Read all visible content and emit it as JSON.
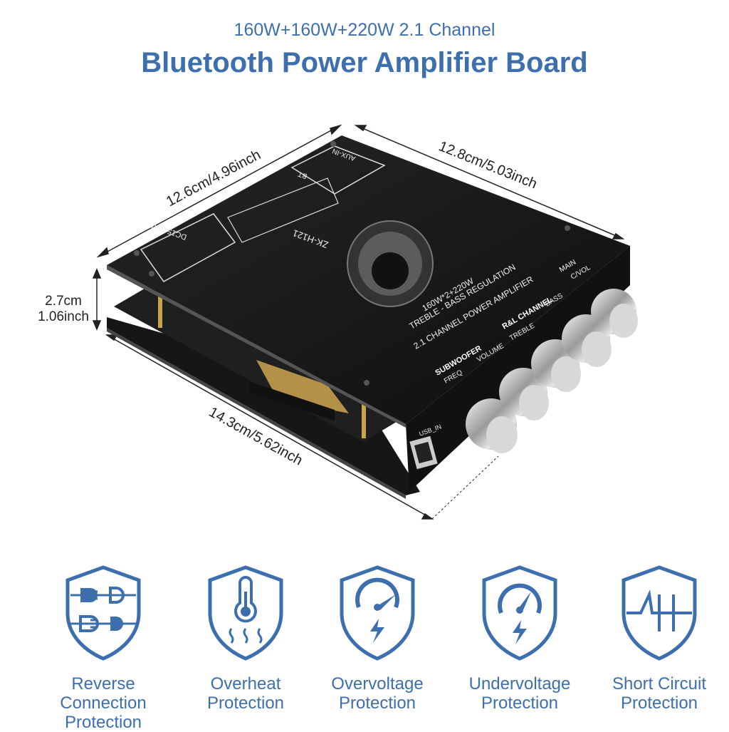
{
  "header": {
    "subtitle": "160W+160W+220W 2.1 Channel",
    "title": "Bluetooth Power Amplifier Board"
  },
  "dimensions": {
    "width": "12.6cm/4.96inch",
    "depth": "12.8cm/5.03inch",
    "height_cm": "2.7cm",
    "height_inch": "1.06inch",
    "length": "14.3cm/5.62inch"
  },
  "board": {
    "model": "ZK-H121",
    "power_label": "DC15-36V",
    "spec_line1": "160W*2+220W",
    "spec_line2": "TREBLE - BASS REGULATION",
    "spec_line3": "2.1 CHANNEL POWER AMPLIFIER",
    "aux_label": "AUX-IN",
    "bt_label": "BT",
    "main_label": "MAIN",
    "main_sub": "C/VOL",
    "rl_channel": "R&L CHANNEL",
    "treble": "TREBLE",
    "bass": "BASS",
    "subwoofer": "SUBWOOFER",
    "freq": "FREQ",
    "volume": "VOLUME",
    "usb": "USB_IN"
  },
  "protections": [
    {
      "icon": "plug-icon",
      "line1": "Reverse Connection",
      "line2": "Protection"
    },
    {
      "icon": "thermometer-icon",
      "line1": "Overheat",
      "line2": "Protection"
    },
    {
      "icon": "gauge-bolt-icon",
      "line1": "Overvoltage",
      "line2": "Protection"
    },
    {
      "icon": "gauge-low-icon",
      "line1": "Undervoltage",
      "line2": "Protection"
    },
    {
      "icon": "circuit-icon",
      "line1": "Short Circuit",
      "line2": "Protection"
    }
  ],
  "colors": {
    "accent": "#3d6fae",
    "board": "#1a1a1a"
  }
}
